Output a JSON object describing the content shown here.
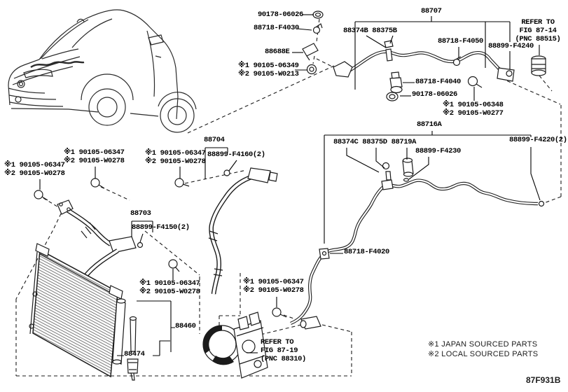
{
  "figure": {
    "code": "87F931B"
  },
  "notes": {
    "note1": "※1 JAPAN SOURCED PARTS",
    "note2": "※2 LOCAL SOURCED PARTS"
  },
  "labels": {
    "grommet_top": "90178-06026",
    "clip_f4030": "88718-F4030",
    "clamp_88688e": "88688E",
    "bolt_06349": "※1 90105-06349",
    "bolt_w0213": "※2 90105-W0213",
    "pipe_88707": "88707",
    "pair_88374b_88375b": "88374B 88375B",
    "clip_f4050": "88718-F4050",
    "refer_87_14": "REFER TO\nFIG 87-14\n(PNC 88515)",
    "oring_f4240": "88899-F4240",
    "valve_f4040": "88718-F4040",
    "grommet_mid": "90178-06026",
    "bolt_06348": "※1 90105-06348",
    "bolt_w0277": "※2 90105-W0277",
    "tube_88716a": "88716A",
    "trio_88374c_88375d_88719a": "88374C 88375D 88719A",
    "oring_f4230": "88899-F4230",
    "oring_f4220": "88899-F4220(2)",
    "hose_88704": "88704",
    "oring_f4160": "88899-F4160(2)",
    "bolt_06347_a": "※1 90105-06347",
    "bolt_w0278_a": "※2 90105-W0278",
    "bolt_06347_b": "※1 90105-06347",
    "bolt_w0278_b": "※2 90105-W0278",
    "bolt_06347_c": "※1 90105-06347",
    "bolt_w0278_c": "※2 90105-W0278",
    "bolt_06347_d": "※1 90105-06347",
    "bolt_w0278_d": "※2 90105-W0278",
    "bolt_06347_e": "※1 90105-06347",
    "bolt_w0278_e": "※2 90105-W0278",
    "hose_88703": "88703",
    "oring_f4150": "88899-F4150(2)",
    "clamp_f4020": "88718-F4020",
    "condenser_88460": "88460",
    "drier_88474": "88474",
    "refer_87_19": "REFER TO\nFIG 87-19\n(PNC 88310)"
  }
}
